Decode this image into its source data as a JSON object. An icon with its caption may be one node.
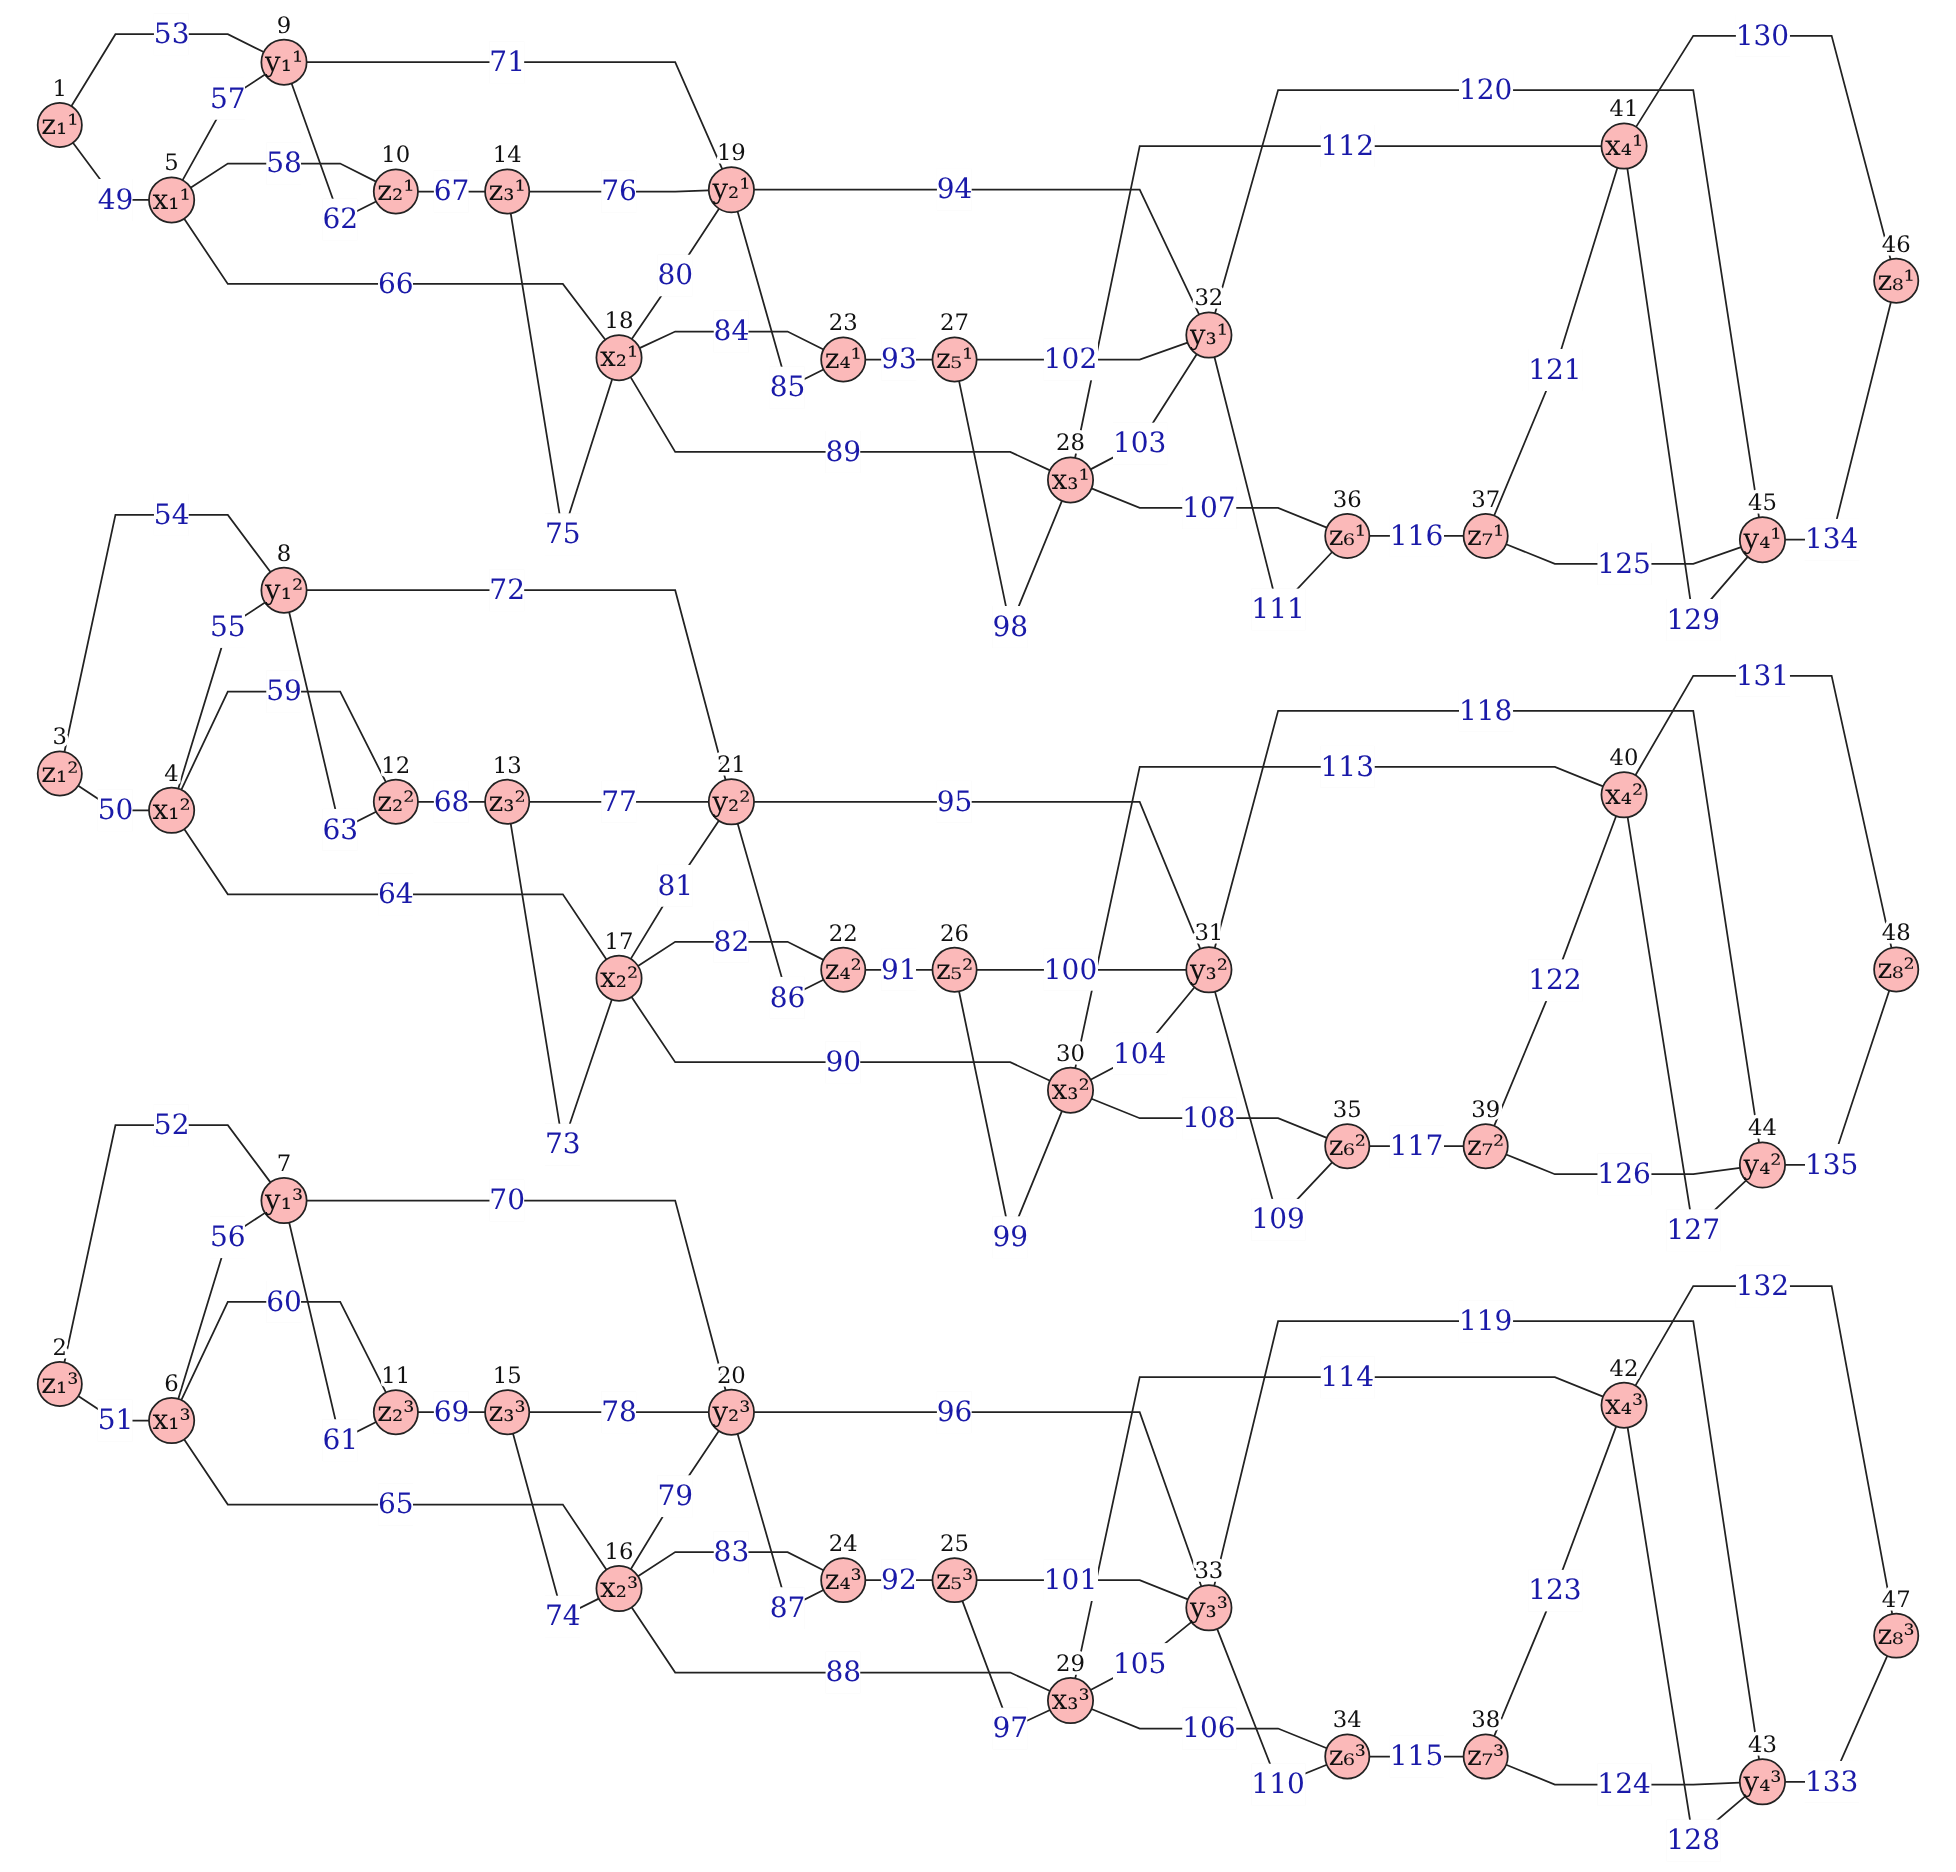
{
  "diagram": {
    "nodes": [
      {
        "text": [
          "x₁¹"
        ],
        "beside": [
          "5"
        ]
      },
      {
        "text": [
          "x₂¹"
        ],
        "beside": [
          "18"
        ]
      },
      {
        "text": [
          "x₃¹"
        ],
        "beside": [
          "28"
        ]
      },
      {
        "text": [
          "x₄¹"
        ],
        "beside": [
          "41"
        ]
      },
      {
        "text": [
          "z₁¹"
        ],
        "beside": [
          "1"
        ]
      },
      {
        "text": [
          "z₂¹"
        ],
        "beside": [
          "10"
        ]
      },
      {
        "text": [
          "z₃¹"
        ],
        "beside": [
          "14"
        ]
      },
      {
        "text": [
          "z₄¹"
        ],
        "beside": [
          "23"
        ]
      },
      {
        "text": [
          "z₅¹"
        ],
        "beside": [
          "27"
        ]
      },
      {
        "text": [
          "z₆¹"
        ],
        "beside": [
          "36"
        ]
      },
      {
        "text": [
          "z₇¹"
        ],
        "beside": [
          "37"
        ]
      },
      {
        "text": [
          "z₈¹"
        ],
        "beside": [
          "46"
        ]
      },
      {
        "text": [
          "y₁¹"
        ],
        "beside": [
          "9"
        ]
      },
      {
        "text": [
          "y₂¹"
        ],
        "beside": [
          "19"
        ]
      },
      {
        "text": [
          "y₃¹"
        ],
        "beside": [
          "32"
        ]
      },
      {
        "text": [
          "y₄¹"
        ],
        "beside": [
          "45"
        ]
      },
      {
        "text": [
          "x₁²"
        ],
        "beside": [
          "4"
        ]
      },
      {
        "text": [
          "x₂²"
        ],
        "beside": [
          "17"
        ]
      },
      {
        "text": [
          "x₃²"
        ],
        "beside": [
          "30"
        ]
      },
      {
        "text": [
          "x₄²"
        ],
        "beside": [
          "40"
        ]
      },
      {
        "text": [
          "z₁²"
        ],
        "beside": [
          "3"
        ]
      },
      {
        "text": [
          "z₂²"
        ],
        "beside": [
          "12"
        ]
      },
      {
        "text": [
          "z₃²"
        ],
        "beside": [
          "13"
        ]
      },
      {
        "text": [
          "z₄²"
        ],
        "beside": [
          "22"
        ]
      },
      {
        "text": [
          "z₅²"
        ],
        "beside": [
          "26"
        ]
      },
      {
        "text": [
          "z₆²"
        ],
        "beside": [
          "35"
        ]
      },
      {
        "text": [
          "z₇²"
        ],
        "beside": [
          "39"
        ]
      },
      {
        "text": [
          "z₈²"
        ],
        "beside": [
          "48"
        ]
      },
      {
        "text": [
          "y₁²"
        ],
        "beside": [
          "8"
        ]
      },
      {
        "text": [
          "y₂²"
        ],
        "beside": [
          "21"
        ]
      },
      {
        "text": [
          "y₃²"
        ],
        "beside": [
          "31"
        ]
      },
      {
        "text": [
          "y₄²"
        ],
        "beside": [
          "44"
        ]
      },
      {
        "text": [
          "x₁³"
        ],
        "beside": [
          "6"
        ]
      },
      {
        "text": [
          "x₂³"
        ],
        "beside": [
          "16"
        ]
      },
      {
        "text": [
          "x₃³"
        ],
        "beside": [
          "29"
        ]
      },
      {
        "text": [
          "x₄³"
        ],
        "beside": [
          "42"
        ]
      },
      {
        "text": [
          "z₁³"
        ],
        "beside": [
          "2"
        ]
      },
      {
        "text": [
          "z₂³"
        ],
        "beside": [
          "11"
        ]
      },
      {
        "text": [
          "z₃³"
        ],
        "beside": [
          "15"
        ]
      },
      {
        "text": [
          "z₄³"
        ],
        "beside": [
          "24"
        ]
      },
      {
        "text": [
          "z₅³"
        ],
        "beside": [
          "25"
        ]
      },
      {
        "text": [
          "z₆³"
        ],
        "beside": [
          "34"
        ]
      },
      {
        "text": [
          "z₇³"
        ],
        "beside": [
          "38"
        ]
      },
      {
        "text": [
          "z₈³"
        ],
        "beside": [
          "47"
        ]
      },
      {
        "text": [
          "y₁³"
        ],
        "beside": [
          "7"
        ]
      },
      {
        "text": [
          "y₂³"
        ],
        "beside": [
          "20"
        ]
      },
      {
        "text": [
          "y₃³"
        ],
        "beside": [
          "33"
        ]
      },
      {
        "text": [
          "y₄³"
        ],
        "beside": [
          "43"
        ]
      }
    ],
    "edges": [
      {
        "from": 4,
        "to": 0,
        "arrow": "none",
        "label": "49"
      },
      {
        "from": 4,
        "to": 12,
        "arrow": "none",
        "label": "53"
      },
      {
        "from": 0,
        "to": 12,
        "arrow": "none",
        "label": "57"
      },
      {
        "from": 0,
        "to": 5,
        "arrow": "none",
        "label": "58"
      },
      {
        "from": 12,
        "to": 5,
        "arrow": "none",
        "label": "62"
      },
      {
        "from": 0,
        "to": 1,
        "arrow": "none",
        "label": "66"
      },
      {
        "from": 12,
        "to": 13,
        "arrow": "none",
        "label": "71"
      },
      {
        "from": 5,
        "to": 6,
        "arrow": "none",
        "label": "67"
      },
      {
        "from": 6,
        "to": 1,
        "arrow": "none",
        "label": "75"
      },
      {
        "from": 6,
        "to": 13,
        "arrow": "none",
        "label": "76"
      },
      {
        "from": 1,
        "to": 13,
        "arrow": "none",
        "label": "80"
      },
      {
        "from": 1,
        "to": 7,
        "arrow": "none",
        "label": "84"
      },
      {
        "from": 13,
        "to": 7,
        "arrow": "none",
        "label": "85"
      },
      {
        "from": 1,
        "to": 2,
        "arrow": "none",
        "label": "89"
      },
      {
        "from": 13,
        "to": 14,
        "arrow": "none",
        "label": "94"
      },
      {
        "from": 7,
        "to": 8,
        "arrow": "none",
        "label": "93"
      },
      {
        "from": 8,
        "to": 2,
        "arrow": "none",
        "label": "98"
      },
      {
        "from": 8,
        "to": 14,
        "arrow": "none",
        "label": "102"
      },
      {
        "from": 2,
        "to": 14,
        "arrow": "none",
        "label": "103"
      },
      {
        "from": 2,
        "to": 9,
        "arrow": "none",
        "label": "107"
      },
      {
        "from": 14,
        "to": 9,
        "arrow": "none",
        "label": "111"
      },
      {
        "from": 2,
        "to": 3,
        "arrow": "none",
        "label": "112"
      },
      {
        "from": 14,
        "to": 15,
        "arrow": "none",
        "label": "120"
      },
      {
        "from": 9,
        "to": 10,
        "arrow": "none",
        "label": "116"
      },
      {
        "from": 10,
        "to": 3,
        "arrow": "none",
        "label": "121"
      },
      {
        "from": 10,
        "to": 15,
        "arrow": "none",
        "label": "125"
      },
      {
        "from": 3,
        "to": 15,
        "arrow": "none",
        "label": "129"
      },
      {
        "from": 3,
        "to": 11,
        "arrow": "none",
        "label": "130"
      },
      {
        "from": 15,
        "to": 11,
        "arrow": "none",
        "label": "134"
      },
      {
        "from": 20,
        "to": 16,
        "arrow": "none",
        "label": "50"
      },
      {
        "from": 20,
        "to": 28,
        "arrow": "none",
        "label": "54"
      },
      {
        "from": 16,
        "to": 28,
        "arrow": "none",
        "label": "55"
      },
      {
        "from": 16,
        "to": 21,
        "arrow": "none",
        "label": "59"
      },
      {
        "from": 28,
        "to": 21,
        "arrow": "none",
        "label": "63"
      },
      {
        "from": 16,
        "to": 17,
        "arrow": "none",
        "label": "64"
      },
      {
        "from": 28,
        "to": 29,
        "arrow": "none",
        "label": "72"
      },
      {
        "from": 21,
        "to": 22,
        "arrow": "none",
        "label": "68"
      },
      {
        "from": 22,
        "to": 17,
        "arrow": "none",
        "label": "73"
      },
      {
        "from": 22,
        "to": 29,
        "arrow": "none",
        "label": "77"
      },
      {
        "from": 17,
        "to": 29,
        "arrow": "none",
        "label": "81"
      },
      {
        "from": 17,
        "to": 23,
        "arrow": "none",
        "label": "82"
      },
      {
        "from": 29,
        "to": 23,
        "arrow": "none",
        "label": "86"
      },
      {
        "from": 17,
        "to": 18,
        "arrow": "none",
        "label": "90"
      },
      {
        "from": 29,
        "to": 30,
        "arrow": "none",
        "label": "95"
      },
      {
        "from": 23,
        "to": 24,
        "arrow": "none",
        "label": "91"
      },
      {
        "from": 24,
        "to": 18,
        "arrow": "none",
        "label": "99"
      },
      {
        "from": 24,
        "to": 30,
        "arrow": "none",
        "label": "100"
      },
      {
        "from": 18,
        "to": 30,
        "arrow": "none",
        "label": "104"
      },
      {
        "from": 18,
        "to": 25,
        "arrow": "none",
        "label": "108"
      },
      {
        "from": 30,
        "to": 25,
        "arrow": "none",
        "label": "109"
      },
      {
        "from": 18,
        "to": 19,
        "arrow": "none",
        "label": "113"
      },
      {
        "from": 30,
        "to": 31,
        "arrow": "none",
        "label": "118"
      },
      {
        "from": 25,
        "to": 26,
        "arrow": "none",
        "label": "117"
      },
      {
        "from": 26,
        "to": 19,
        "arrow": "none",
        "label": "122"
      },
      {
        "from": 26,
        "to": 31,
        "arrow": "none",
        "label": "126"
      },
      {
        "from": 19,
        "to": 31,
        "arrow": "none",
        "label": "127"
      },
      {
        "from": 19,
        "to": 27,
        "arrow": "none",
        "label": "131"
      },
      {
        "from": 31,
        "to": 27,
        "arrow": "none",
        "label": "135"
      },
      {
        "from": 36,
        "to": 32,
        "arrow": "none",
        "label": "51"
      },
      {
        "from": 36,
        "to": 44,
        "arrow": "none",
        "label": "52"
      },
      {
        "from": 32,
        "to": 44,
        "arrow": "none",
        "label": "56"
      },
      {
        "from": 32,
        "to": 37,
        "arrow": "none",
        "label": "60"
      },
      {
        "from": 44,
        "to": 37,
        "arrow": "none",
        "label": "61"
      },
      {
        "from": 32,
        "to": 33,
        "arrow": "none",
        "label": "65"
      },
      {
        "from": 44,
        "to": 45,
        "arrow": "none",
        "label": "70"
      },
      {
        "from": 37,
        "to": 38,
        "arrow": "none",
        "label": "69"
      },
      {
        "from": 38,
        "to": 33,
        "arrow": "none",
        "label": "74"
      },
      {
        "from": 38,
        "to": 45,
        "arrow": "none",
        "label": "78"
      },
      {
        "from": 33,
        "to": 45,
        "arrow": "none",
        "label": "79"
      },
      {
        "from": 33,
        "to": 39,
        "arrow": "none",
        "label": "83"
      },
      {
        "from": 45,
        "to": 39,
        "arrow": "none",
        "label": "87"
      },
      {
        "from": 33,
        "to": 34,
        "arrow": "none",
        "label": "88"
      },
      {
        "from": 45,
        "to": 46,
        "arrow": "none",
        "label": "96"
      },
      {
        "from": 39,
        "to": 40,
        "arrow": "none",
        "label": "92"
      },
      {
        "from": 40,
        "to": 34,
        "arrow": "none",
        "label": "97"
      },
      {
        "from": 40,
        "to": 46,
        "arrow": "none",
        "label": "101"
      },
      {
        "from": 34,
        "to": 46,
        "arrow": "none",
        "label": "105"
      },
      {
        "from": 34,
        "to": 41,
        "arrow": "none",
        "label": "106"
      },
      {
        "from": 46,
        "to": 41,
        "arrow": "none",
        "label": "110"
      },
      {
        "from": 34,
        "to": 35,
        "arrow": "none",
        "label": "114"
      },
      {
        "from": 46,
        "to": 47,
        "arrow": "none",
        "label": "119"
      },
      {
        "from": 41,
        "to": 42,
        "arrow": "none",
        "label": "115"
      },
      {
        "from": 42,
        "to": 35,
        "arrow": "none",
        "label": "123"
      },
      {
        "from": 42,
        "to": 47,
        "arrow": "none",
        "label": "124"
      },
      {
        "from": 35,
        "to": 47,
        "arrow": "none",
        "label": "128"
      },
      {
        "from": 35,
        "to": 43,
        "arrow": "none",
        "label": "132"
      },
      {
        "from": 47,
        "to": 43,
        "arrow": "none",
        "label": "133"
      }
    ]
  }
}
